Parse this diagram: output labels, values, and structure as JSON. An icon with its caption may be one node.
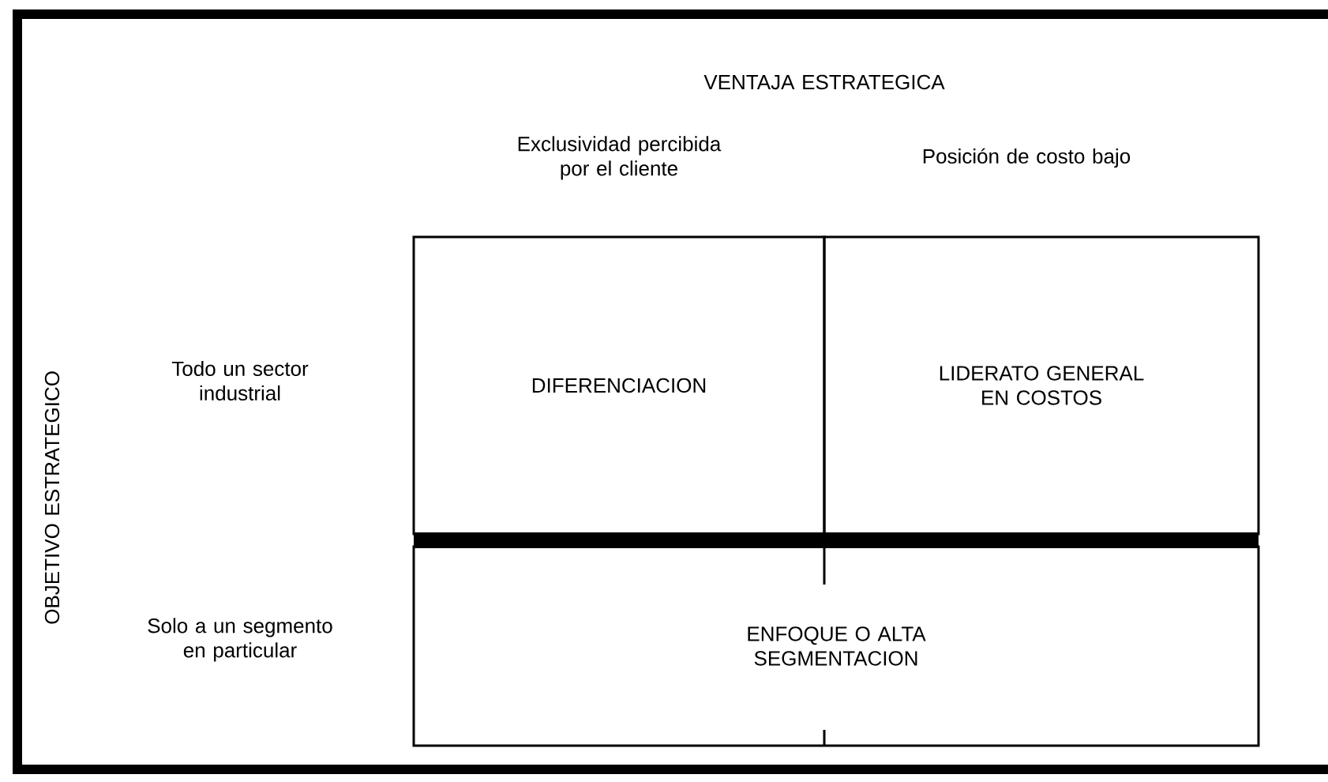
{
  "diagram": {
    "nodes": [
      {
        "text": [
          "DIFERENCIACION"
        ]
      },
      {
        "text": [
          "LIDERATO GENERAL EN COSTOS"
        ]
      },
      {
        "text": [
          "ENFOQUE O ALTA SEGMENTACION"
        ]
      }
    ],
    "labels": [
      "VENTAJA ESTRATEGICA",
      "Exclusividad percibida por el cliente",
      "Posición de costo bajo",
      "OBJETIVO ESTRATEGICO",
      "Todo un sector industrial",
      "Solo a un segmento en particular"
    ]
  }
}
